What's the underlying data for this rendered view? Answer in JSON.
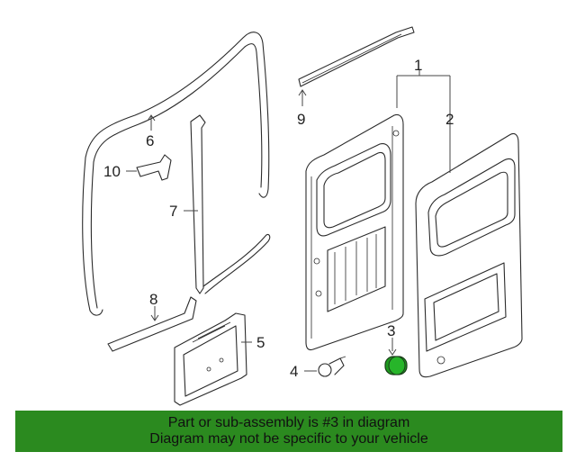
{
  "callouts": {
    "c1": "1",
    "c2": "2",
    "c3": "3",
    "c4": "4",
    "c5": "5",
    "c6": "6",
    "c7": "7",
    "c8": "8",
    "c9": "9",
    "c10": "10"
  },
  "banner": {
    "line1": "Part or sub-assembly is #3 in diagram",
    "line2": "Diagram may not be specific to your vehicle"
  },
  "colors": {
    "banner_bg": "#2b8a1f",
    "highlight_part": "#1e9a1e"
  }
}
